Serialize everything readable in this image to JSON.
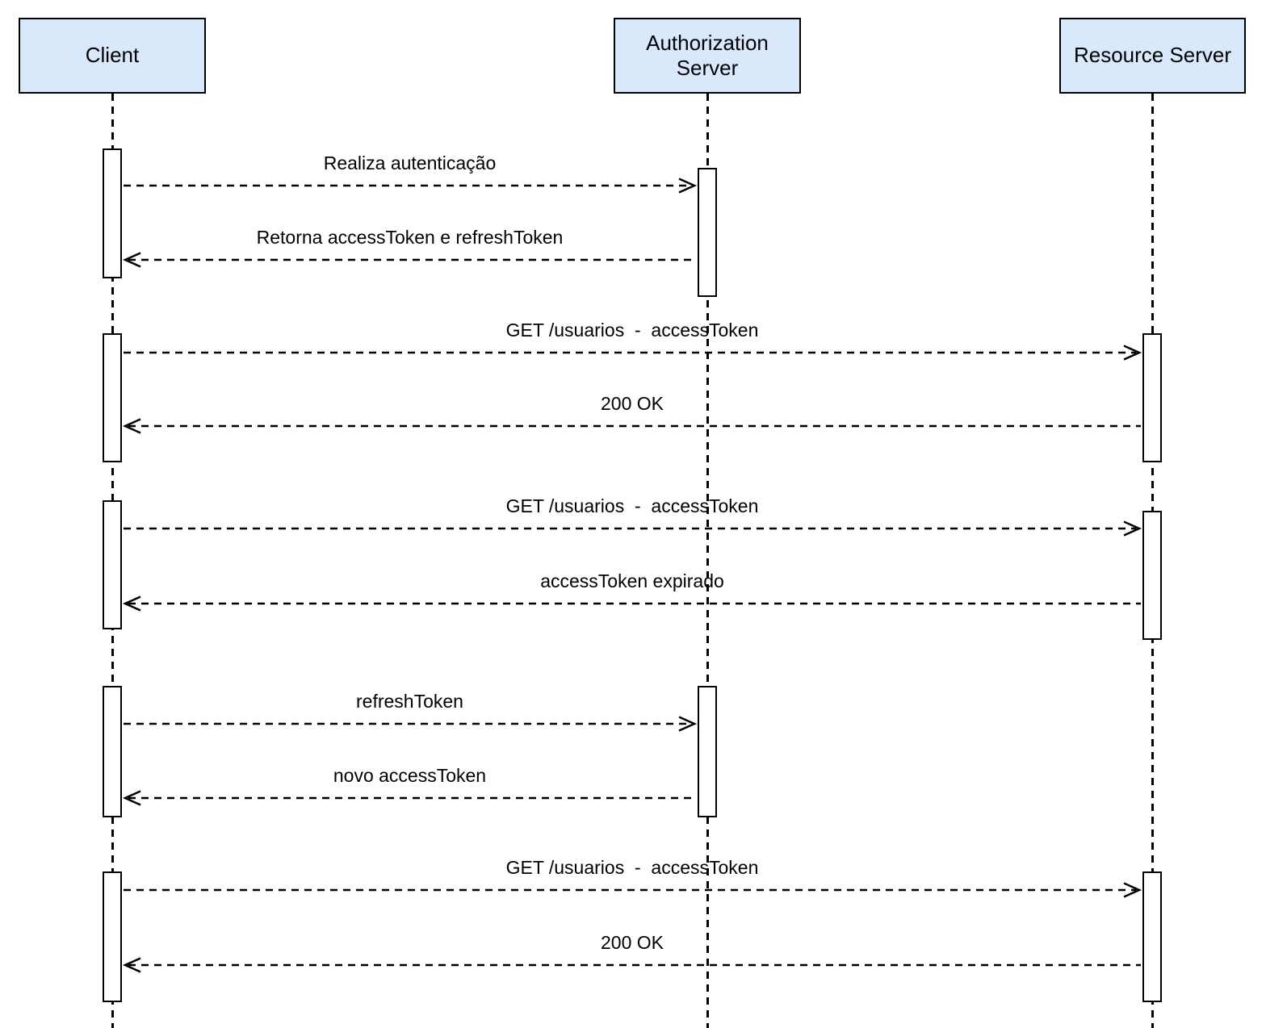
{
  "diagram": {
    "type": "uml-sequence",
    "title": "OAuth accessToken / refreshToken flow",
    "colors": {
      "actor_fill": "#dae8fc",
      "stroke": "#000000",
      "background": "#ffffff"
    },
    "actors": [
      {
        "id": "client",
        "label": "Client"
      },
      {
        "id": "auth-server",
        "label": "Authorization Server"
      },
      {
        "id": "resource-server",
        "label": "Resource Server"
      }
    ],
    "messages": [
      {
        "from": "client",
        "to": "auth-server",
        "style": "dashed",
        "label": "Realiza autenticação"
      },
      {
        "from": "auth-server",
        "to": "client",
        "style": "dashed",
        "label": "Retorna accessToken e refreshToken"
      },
      {
        "from": "client",
        "to": "resource-server",
        "style": "dashed",
        "label": "GET /usuarios  -  accessToken"
      },
      {
        "from": "resource-server",
        "to": "client",
        "style": "dashed",
        "label": "200 OK"
      },
      {
        "from": "client",
        "to": "resource-server",
        "style": "dashed",
        "label": "GET /usuarios  -  accessToken"
      },
      {
        "from": "resource-server",
        "to": "client",
        "style": "dashed",
        "label": "accessToken expirado"
      },
      {
        "from": "client",
        "to": "auth-server",
        "style": "dashed",
        "label": "refreshToken"
      },
      {
        "from": "auth-server",
        "to": "client",
        "style": "dashed",
        "label": "novo accessToken"
      },
      {
        "from": "client",
        "to": "resource-server",
        "style": "dashed",
        "label": "GET /usuarios  -  accessToken"
      },
      {
        "from": "resource-server",
        "to": "client",
        "style": "dashed",
        "label": "200 OK"
      }
    ]
  }
}
